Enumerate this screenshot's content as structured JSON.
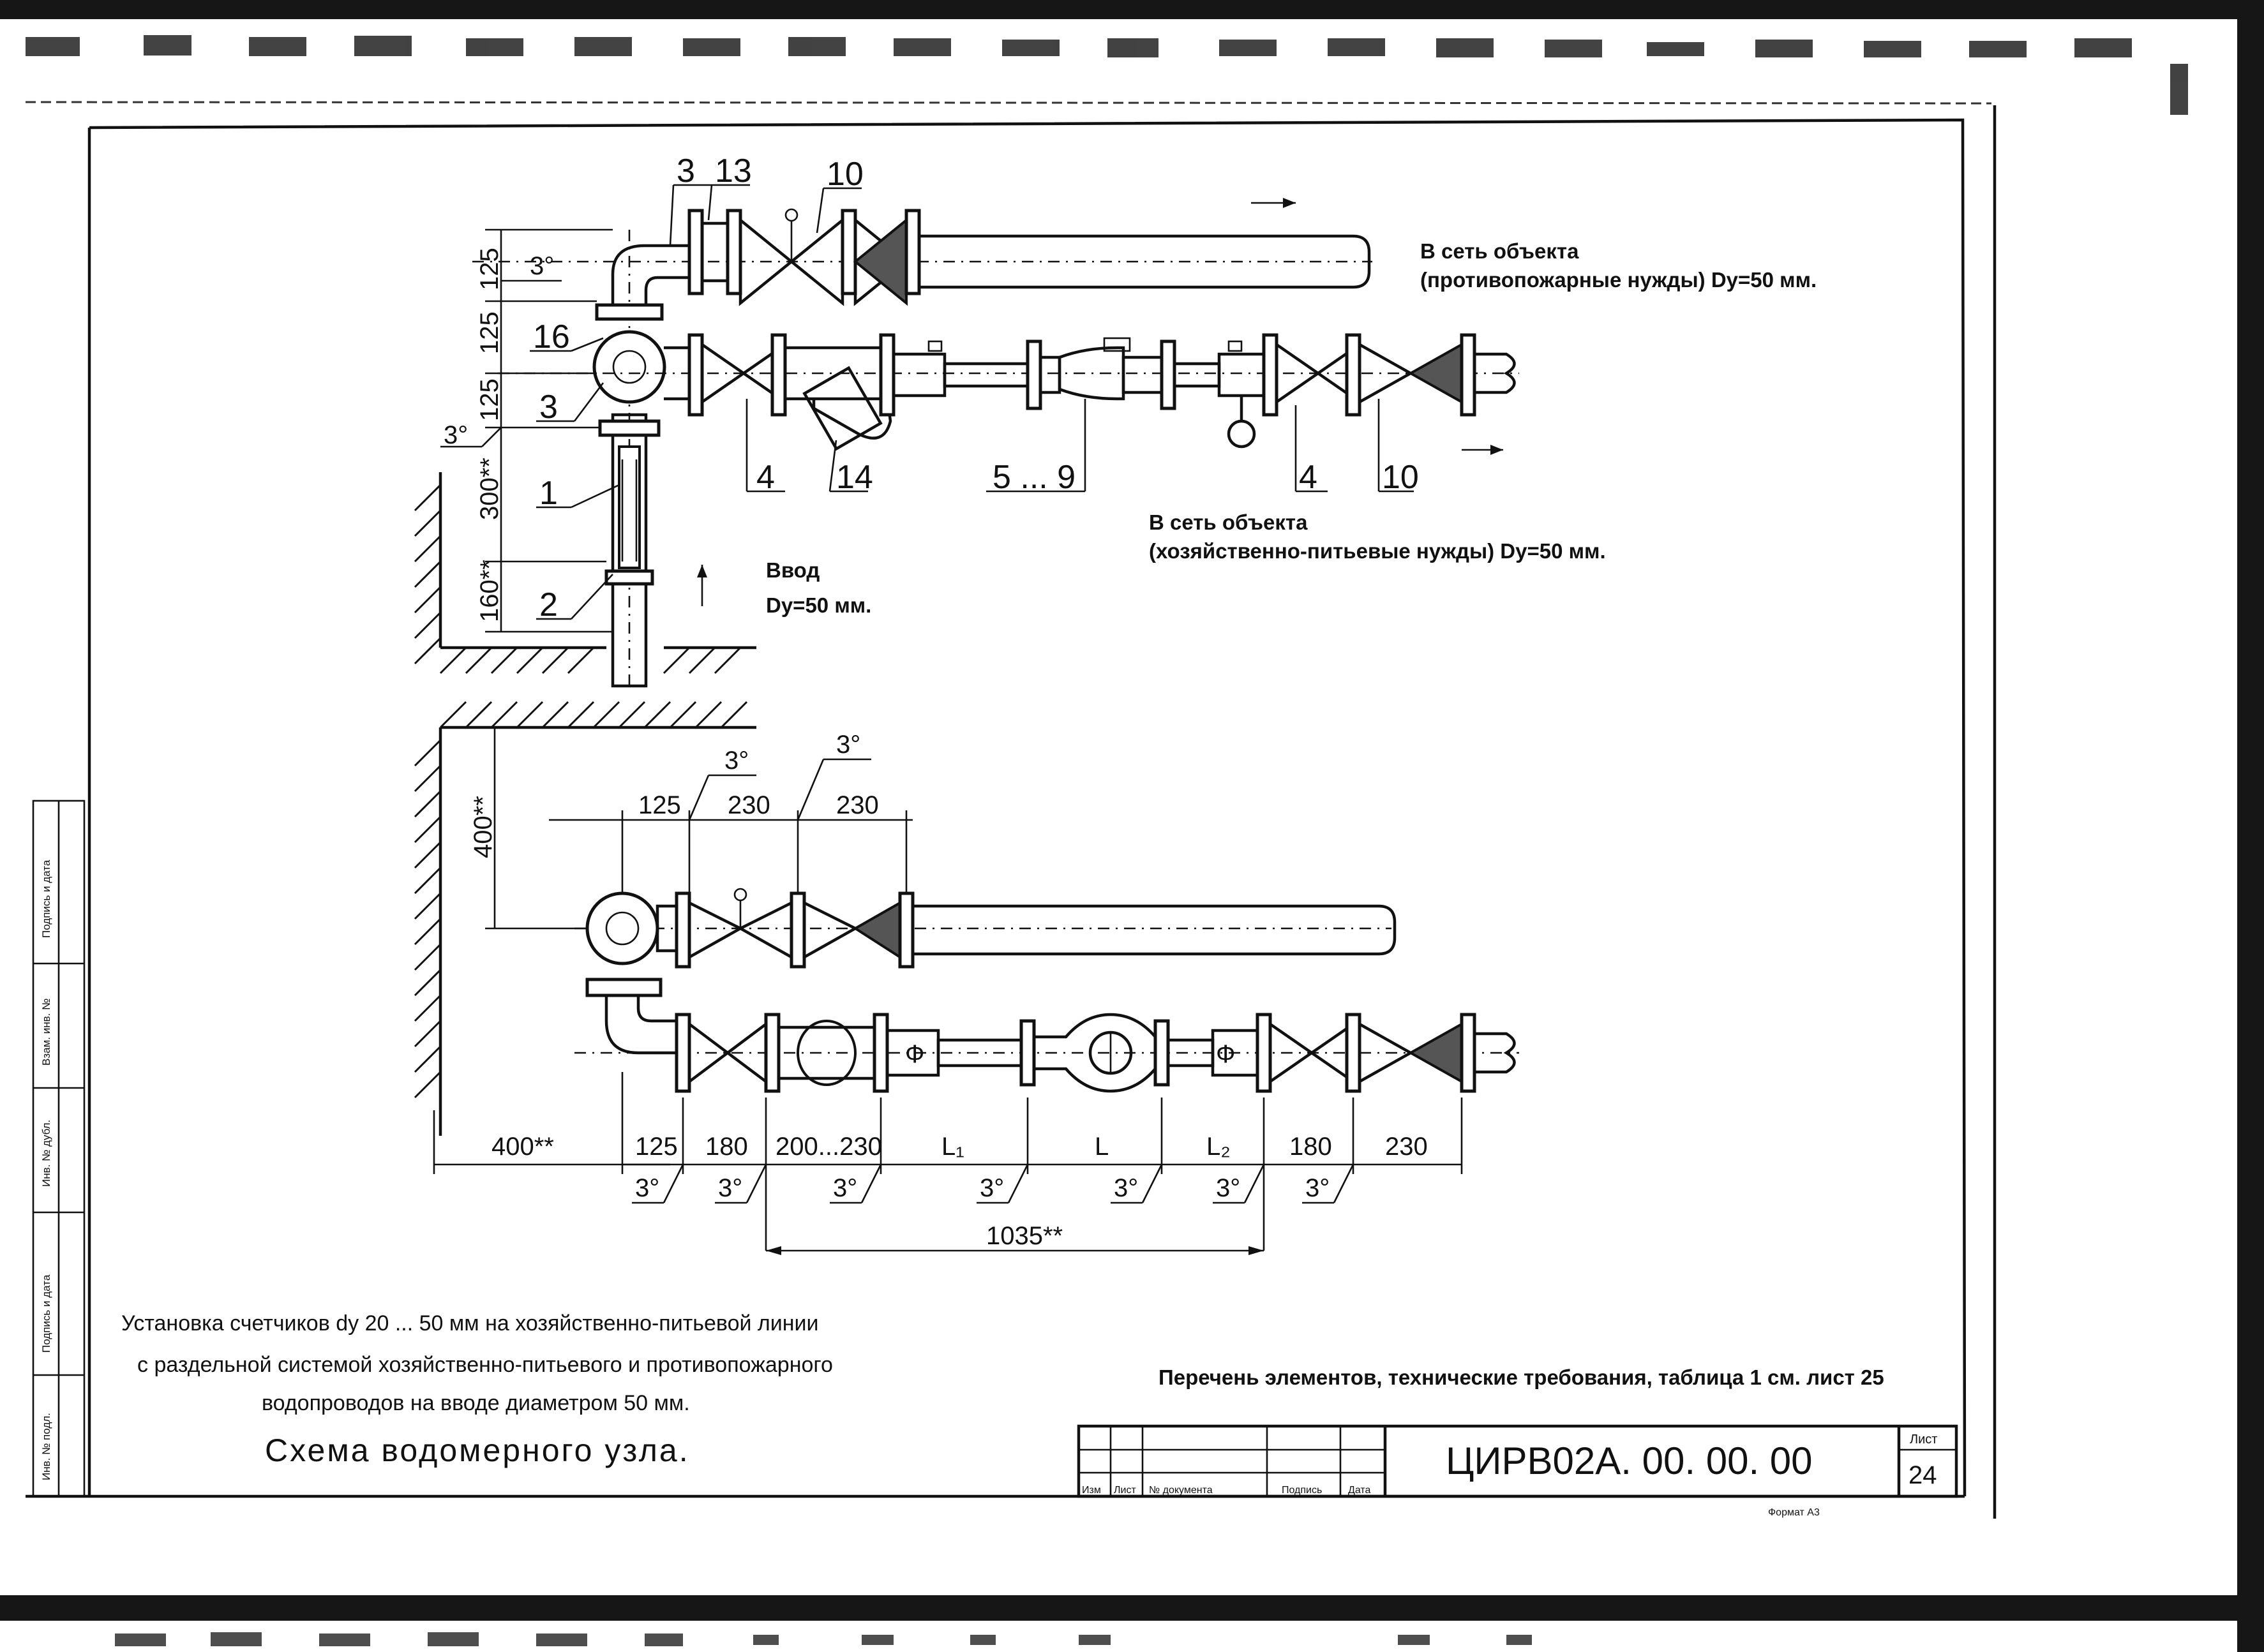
{
  "top_view": {
    "positions": [
      "3",
      "13",
      "10",
      "16",
      "3",
      "1",
      "2",
      "4",
      "14",
      "5 ... 9",
      "4",
      "10"
    ],
    "vertical_dims": [
      "125",
      "125",
      "125",
      "300**",
      "160**"
    ],
    "angles": [
      "3°",
      "3°"
    ],
    "outlet_fire": [
      "В сеть объекта",
      "(противопожарные нужды) Dy=50 мм."
    ],
    "outlet_domestic": [
      "В сеть объекта",
      "(хозяйственно-питьевые нужды) Dy=50 мм."
    ],
    "inlet": [
      "Ввод",
      "Dy=50 мм."
    ]
  },
  "bottom_view": {
    "upper_dims": [
      "125",
      "230",
      "230"
    ],
    "upper_angles": [
      "3°",
      "3°"
    ],
    "vertical_dim": "400**",
    "meter_symbol": "Ф",
    "lower_dims": [
      "400**",
      "125",
      "180",
      "200...230",
      "L₁",
      "L",
      "L₂",
      "180",
      "230"
    ],
    "lower_angles": [
      "3°",
      "3°",
      "3°",
      "3°",
      "3°",
      "3°",
      "3°"
    ],
    "overall_dim": "1035**"
  },
  "caption": {
    "lines": [
      "Установка счетчиков dy 20 ... 50 мм  на хозяйственно-питьевой линии",
      "с раздельной  системой хозяйственно-питьевого и противопожарного",
      "водопроводов на вводе диаметром 50 мм."
    ],
    "title": "Схема водомерного узла."
  },
  "reference_note": "Перечень элементов, технические требования, таблица 1 см. лист 25",
  "title_block": {
    "designation": "ЦИРВ02А. 00. 00. 00",
    "sheet_label": "Лист",
    "sheet_number": "24",
    "columns": [
      "Изм",
      "Лист",
      "№ документа",
      "Подпись",
      "Дата"
    ],
    "format": "Формат А3"
  },
  "side_stamp": [
    "Подпись и дата",
    "Взам. инв. №",
    "Инв. № дубл.",
    "Подпись и дата",
    "Инв. № подл."
  ]
}
